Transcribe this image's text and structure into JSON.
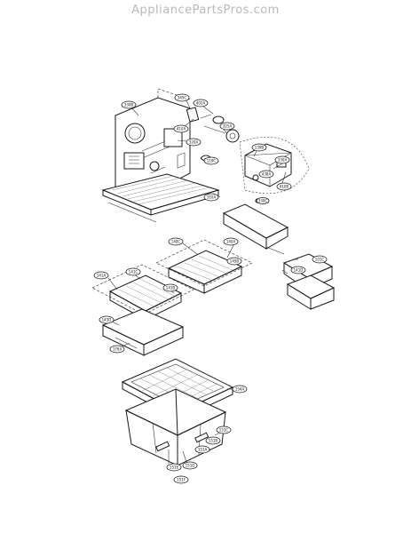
{
  "watermark": "AppliancePartsPros.com",
  "callouts": [
    {
      "id": "c-330b",
      "label": "330B"
    },
    {
      "id": "c-345c",
      "label": "345C"
    },
    {
      "id": "c-402a",
      "label": "402A"
    },
    {
      "id": "c-410a",
      "label": "410A"
    },
    {
      "id": "c-325a",
      "label": "325A"
    },
    {
      "id": "c-320a",
      "label": "320A"
    },
    {
      "id": "c-119c",
      "label": "119C"
    },
    {
      "id": "c-139b",
      "label": "139B"
    },
    {
      "id": "c-330a",
      "label": "330A"
    },
    {
      "id": "c-438a",
      "label": "438A"
    },
    {
      "id": "c-410b",
      "label": "410B"
    },
    {
      "id": "c-330c",
      "label": "330C"
    },
    {
      "id": "c-310a",
      "label": "310A"
    },
    {
      "id": "c-101c",
      "label": "101C"
    },
    {
      "id": "c-140c",
      "label": "140C"
    },
    {
      "id": "c-140a",
      "label": "140A"
    },
    {
      "id": "c-145b",
      "label": "145B"
    },
    {
      "id": "c-141a",
      "label": "141A"
    },
    {
      "id": "c-141c",
      "label": "141C"
    },
    {
      "id": "c-141b",
      "label": "141B"
    },
    {
      "id": "c-141d",
      "label": "141D"
    },
    {
      "id": "c-145d",
      "label": "145D"
    },
    {
      "id": "c-176a",
      "label": "176A"
    },
    {
      "id": "c-154a",
      "label": "154A"
    },
    {
      "id": "c-151c",
      "label": "151C"
    },
    {
      "id": "c-151b",
      "label": "151B"
    },
    {
      "id": "c-151a",
      "label": "151A"
    },
    {
      "id": "c-151d",
      "label": "151D"
    },
    {
      "id": "c-151e",
      "label": "151E"
    },
    {
      "id": "c-151f",
      "label": "151F"
    }
  ]
}
